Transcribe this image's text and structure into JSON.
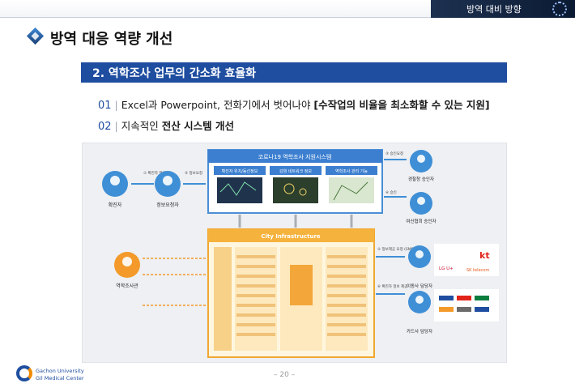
{
  "header": {
    "section_tab": "방역 대비 방향"
  },
  "title": "방역 대응 역량 개선",
  "section": {
    "heading": "2. 역학조사 업무의 간소화 효율화"
  },
  "points": [
    {
      "num": "01",
      "text": "Excel과 Powerpoint, 전화기에서 벗어나야 ",
      "emph": "[수작업의 비율을 최소화할 수 있는 지원]"
    },
    {
      "num": "02",
      "text": "지속적인 ",
      "emph": "전산 시스템 개선"
    }
  ],
  "diagram": {
    "system_title": "코로나19 역학조사 지원시스템",
    "system_tabs": [
      "확진자 위치/동선정보",
      "감염 네트워크 정보",
      "역학조사 관리 기능"
    ],
    "infra_title": "City Infrastructure",
    "actors": {
      "patient": "확진자",
      "info_requester": "정보요청자",
      "epi_official": "역학조사관",
      "police": "경찰청 승인자",
      "finance": "여신협회 승인자",
      "telecom": "이동사 담당자",
      "card": "카드사 담당자"
    },
    "flows": {
      "confirmed": "① 확진자 발생",
      "info_request": "② 정보요청",
      "approval_request": "③ 승인요청",
      "approve": "④ 승인",
      "sms": "⑤ 정보제공 요청 (SMS)",
      "card_req": "⑥ 확진자 정보 제공"
    },
    "company_text": {
      "kt": "kt",
      "sk": "SK telecom",
      "lg": "LG U+"
    }
  },
  "footer": {
    "org_line1": "Gachon University",
    "org_line2": "Gil Medical Center",
    "page": "– 20 –"
  }
}
